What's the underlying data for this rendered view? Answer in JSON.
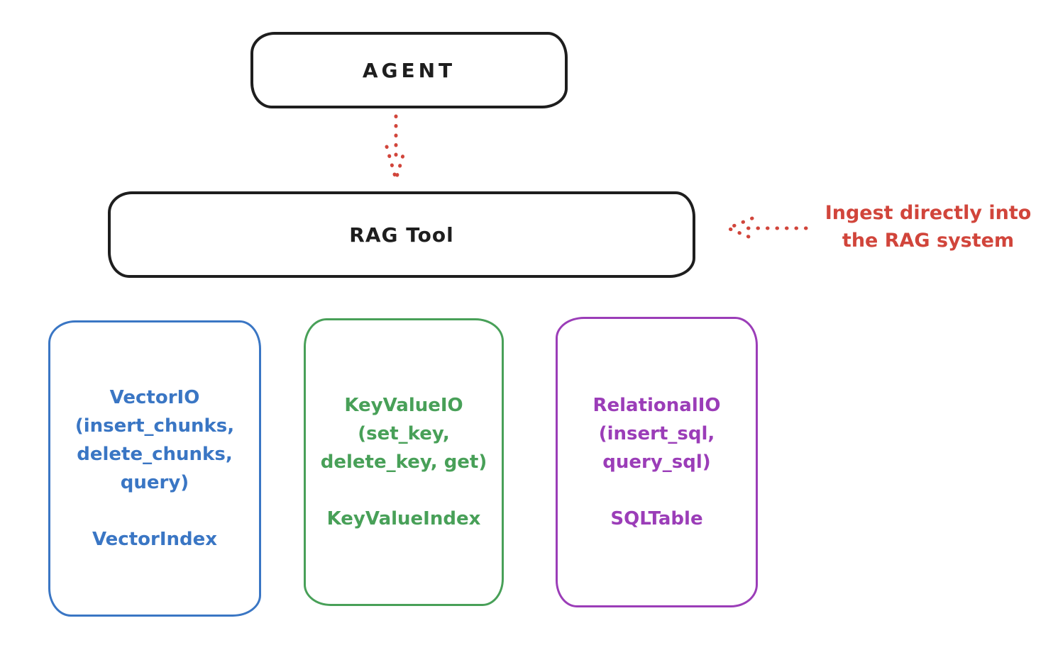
{
  "colors": {
    "ink": "#1e1e1e",
    "accent_red": "#d1453b",
    "vector_blue": "#3a76c4",
    "keyvalue_green": "#48a058",
    "relational_purple": "#9b3db8",
    "background": "#ffffff"
  },
  "agent": {
    "label": "AGENT"
  },
  "rag_tool": {
    "label": "RAG Tool"
  },
  "annotation": {
    "line1": "Ingest directly into",
    "line2": "the RAG system"
  },
  "io_boxes": [
    {
      "name": "vector-io",
      "color": "#3a76c4",
      "lines": [
        "VectorIO",
        "(insert_chunks,",
        "delete_chunks,",
        "query)"
      ],
      "index_label": "VectorIndex"
    },
    {
      "name": "keyvalue-io",
      "color": "#48a058",
      "lines": [
        "KeyValueIO",
        "(set_key,",
        "delete_key, get)"
      ],
      "index_label": "KeyValueIndex"
    },
    {
      "name": "relational-io",
      "color": "#9b3db8",
      "lines": [
        "RelationalIO",
        "(insert_sql,",
        "query_sql)"
      ],
      "index_label": "SQLTable"
    }
  ]
}
